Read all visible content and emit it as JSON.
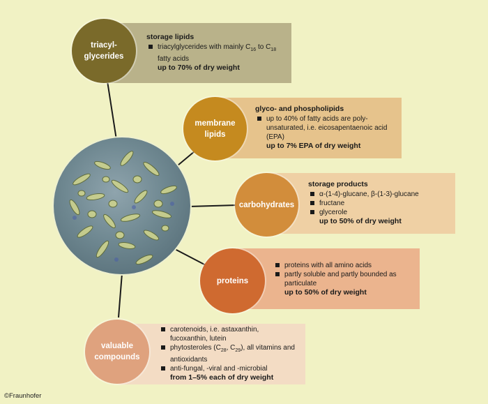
{
  "colors": {
    "background": "#f1f2c4",
    "connector": "#1a1a1a",
    "triacylglycerides": "#7a6a2a",
    "membrane_lipids": "#c58a1f",
    "carbohydrates": "#d28d3b",
    "proteins": "#cf6a30",
    "valuable_compounds": "#dfa27e"
  },
  "micrograph": {
    "icon": "microalgae-micrograph"
  },
  "categories": [
    {
      "id": "triacylglycerides",
      "circle": [
        "triacyl-",
        "glycerides"
      ],
      "heading": "storage lipids",
      "bullets": [
        [
          "triacylglycerides with mainly C",
          "16",
          " to C",
          "18"
        ],
        [
          "fatty acids"
        ]
      ],
      "highlight": "up to 70% of dry weight"
    },
    {
      "id": "membrane_lipids",
      "circle": [
        "membrane",
        "lipids"
      ],
      "heading": "glyco- and phospholipids",
      "bullets": [
        "up to 40% of fatty acids are poly-",
        "unsaturated, i.e. eicosapentaenoic acid",
        "(EPA)"
      ],
      "highlight": "up to 7% EPA of dry weight"
    },
    {
      "id": "carbohydrates",
      "circle": [
        "carbohydrates"
      ],
      "heading": "storage products",
      "bullets": [
        "α-(1-4)-glucane, β-(1-3)-glucane",
        "fructane",
        "glycerole"
      ],
      "highlight": "up to 50% of dry weight"
    },
    {
      "id": "proteins",
      "circle": [
        "proteins"
      ],
      "bullets": [
        "proteins with all amino acids",
        "partly soluble and partly bounded as",
        "particulate"
      ],
      "highlight": "up to 50% of dry weight"
    },
    {
      "id": "valuable_compounds",
      "circle": [
        "valuable",
        "compounds"
      ],
      "bullets": [
        "carotenoids, i.e. astaxanthin,",
        "fucoxanthin, lutein",
        [
          "phytosteroles (C",
          "28",
          ", C",
          "29",
          "), all vitamins and"
        ],
        "antioxidants",
        "anti-fungal, -viral and -microbial"
      ],
      "highlight": "from 1–5% each of dry weight"
    }
  ],
  "copyright": "©Fraunhofer"
}
